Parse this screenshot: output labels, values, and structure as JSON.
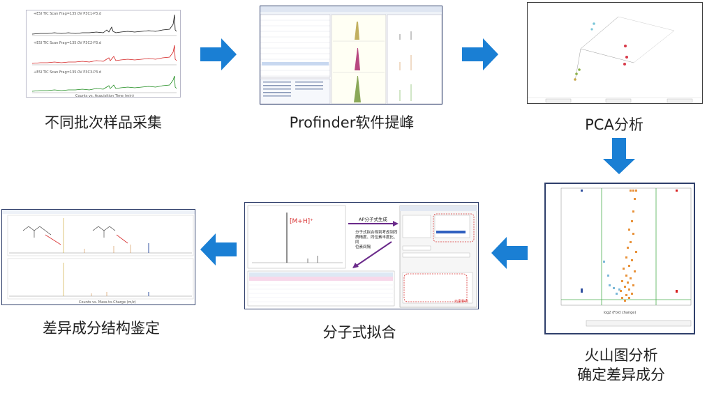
{
  "steps": [
    {
      "label": "不同批次样品采集"
    },
    {
      "label": "Profinder软件提峰"
    },
    {
      "label": "PCA分析"
    },
    {
      "label": "火山图分析\n确定差异成分"
    },
    {
      "label": "分子式拟合"
    },
    {
      "label": "差异成分结构鉴定"
    }
  ],
  "formula_panel": {
    "ion_label": "[M+H]⁺",
    "arrow1_text": "AP分子式生成",
    "arrow2_text": "分子式拟合得到考虑到同\n质精度、同位素丰度比、同\n位素间隔",
    "note_text": "元素种类"
  },
  "colors": {
    "arrow": "#1a7fd4",
    "panel_border": "#2f3f6b",
    "trace_black": "#111111",
    "trace_red": "#d42020",
    "trace_green": "#1a8a1a",
    "volcano_orange": "#e8923a",
    "volcano_blue": "#7ab8d8",
    "formula_highlight": "#d83030"
  }
}
